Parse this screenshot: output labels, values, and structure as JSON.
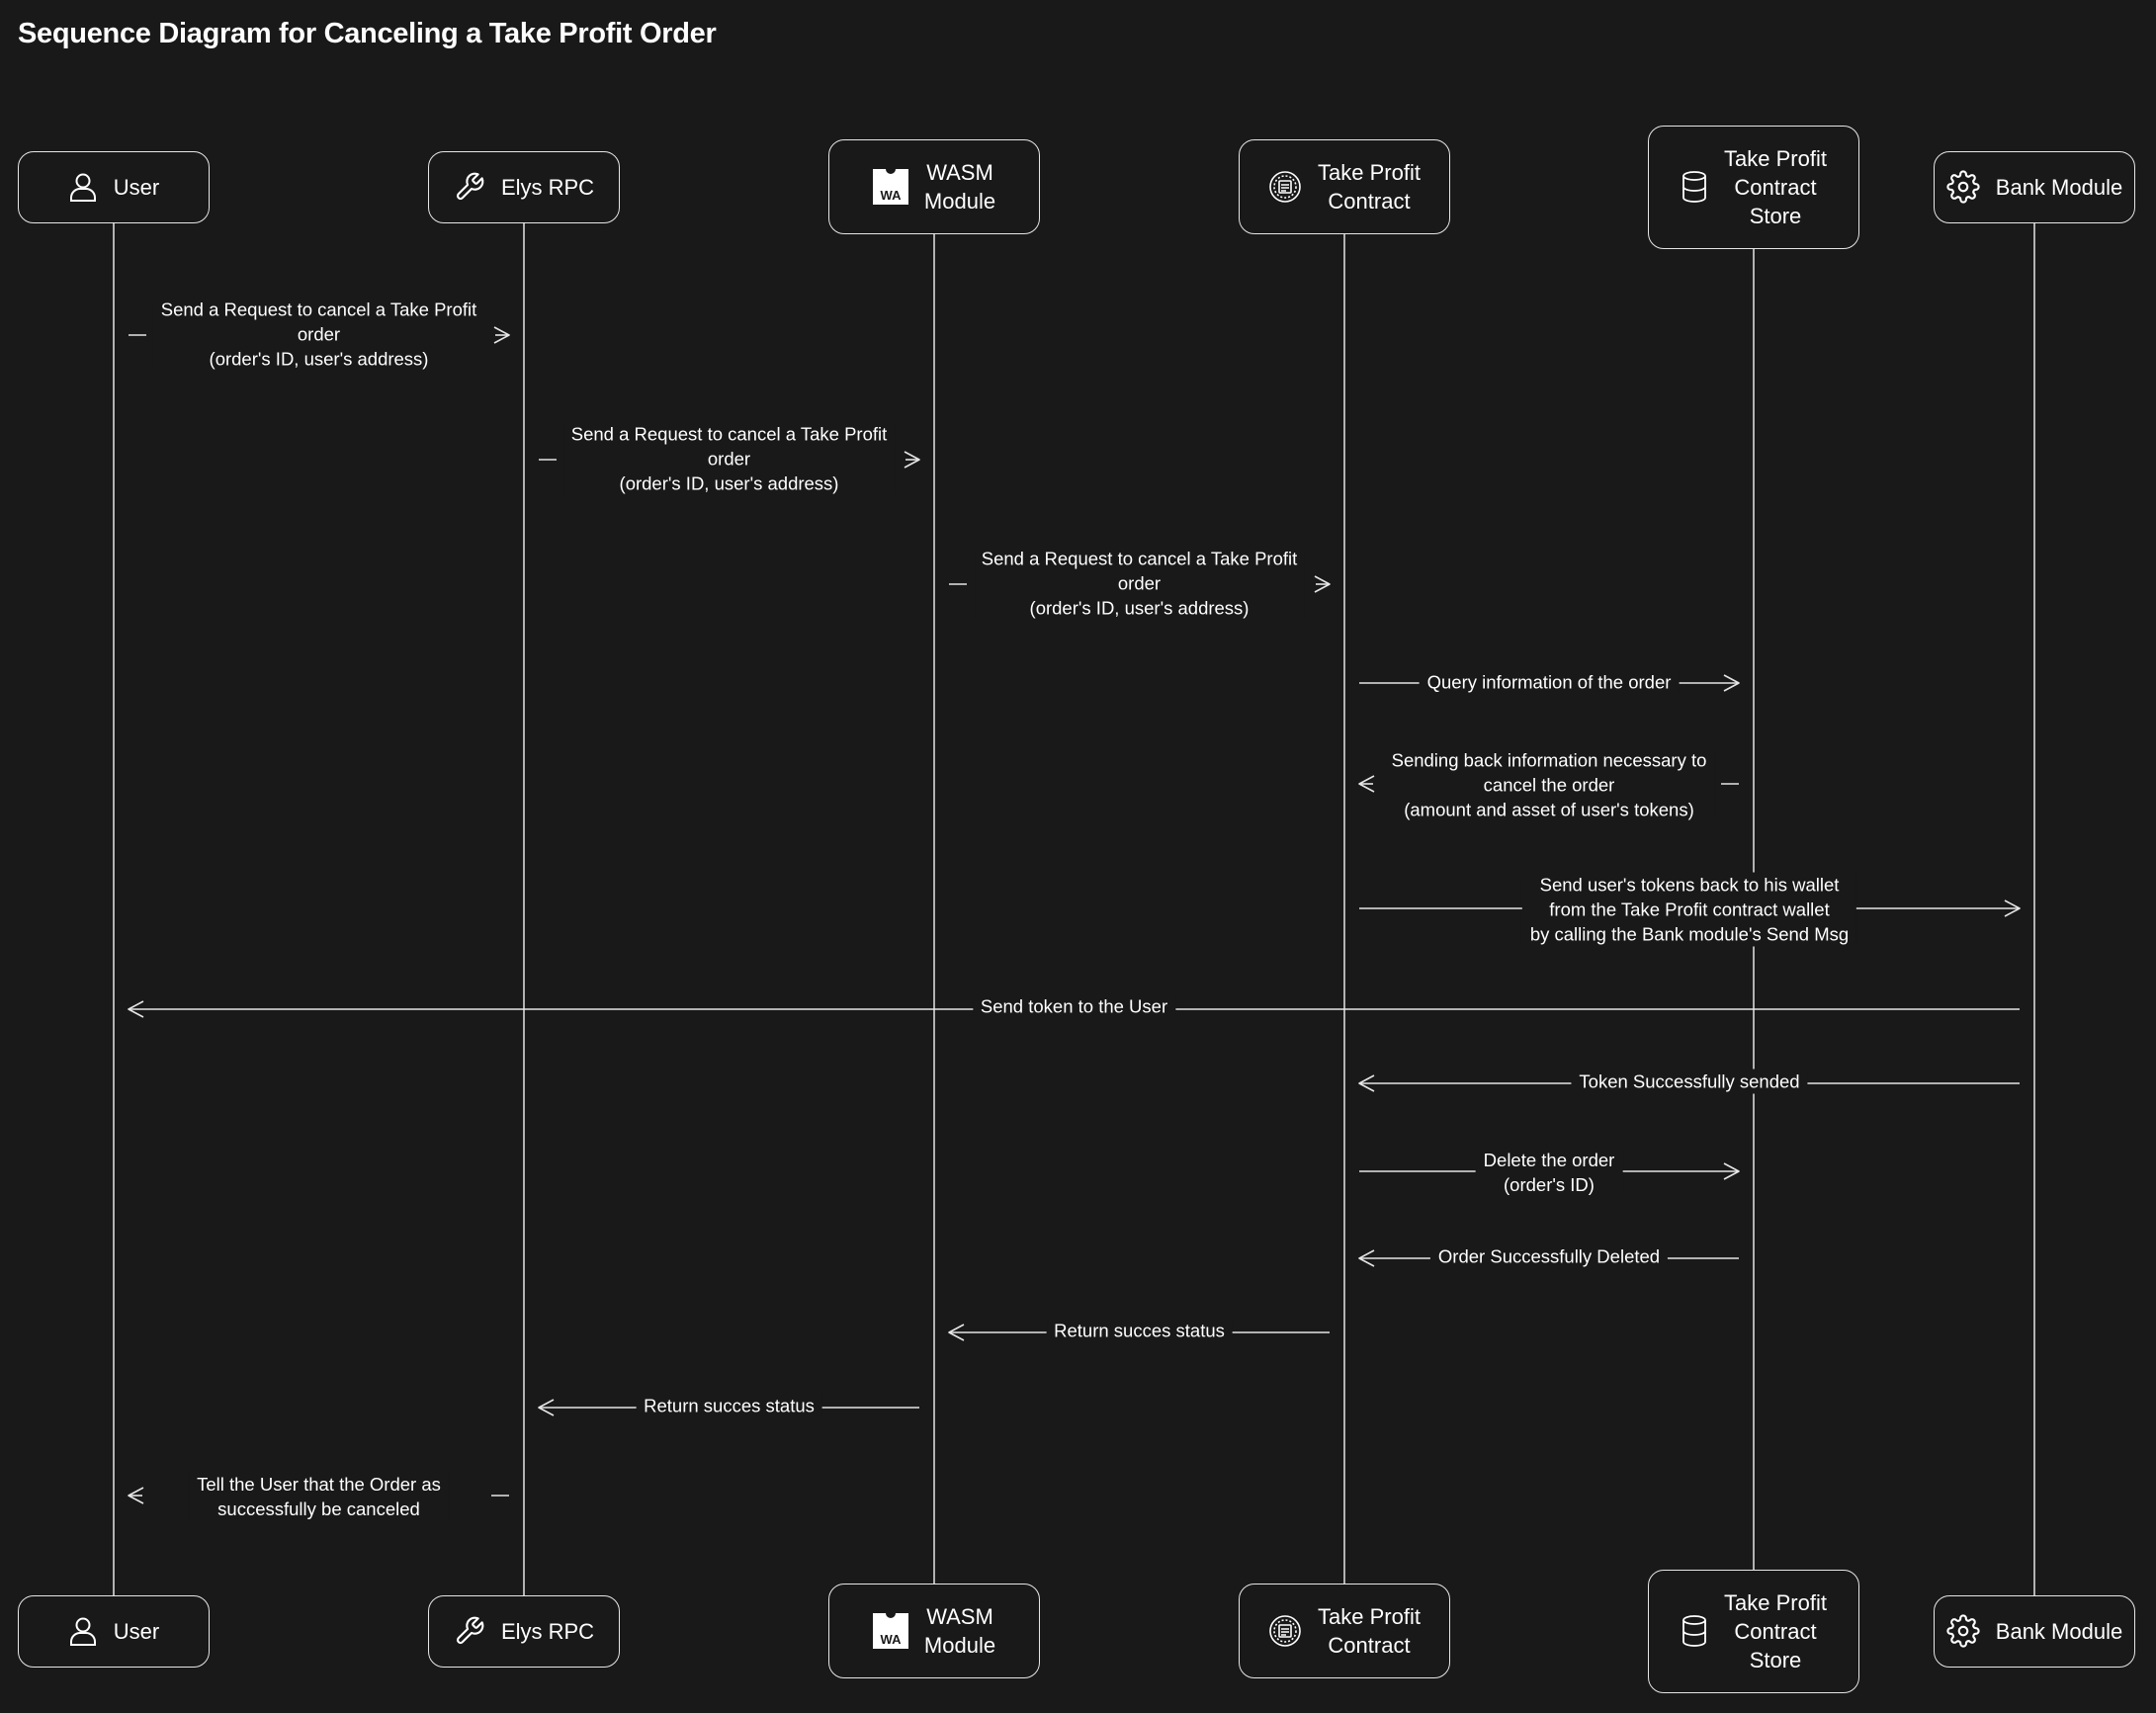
{
  "title": "Sequence Diagram for Canceling a Take Profit Order",
  "participants": [
    {
      "id": "user",
      "label": "User",
      "icon": "user-icon"
    },
    {
      "id": "elys",
      "label": "Elys RPC",
      "icon": "wrench-icon"
    },
    {
      "id": "wasm",
      "label": "WASM\nModule",
      "icon": "wasm-logo-icon"
    },
    {
      "id": "tpc",
      "label": "Take Profit\nContract",
      "icon": "contract-seal-icon"
    },
    {
      "id": "store",
      "label": "Take Profit\nContract\nStore",
      "icon": "database-icon"
    },
    {
      "id": "bank",
      "label": "Bank Module",
      "icon": "gear-icon"
    }
  ],
  "messages": [
    {
      "from": "user",
      "to": "elys",
      "label": "Send a Request to cancel a Take Profit\norder\n(order's ID, user's address)",
      "style": "async"
    },
    {
      "from": "elys",
      "to": "wasm",
      "label": "Send a Request to cancel a Take Profit\norder\n(order's ID, user's address)",
      "style": "async"
    },
    {
      "from": "wasm",
      "to": "tpc",
      "label": "Send a Request to cancel a Take Profit\norder\n(order's ID, user's address)",
      "style": "async"
    },
    {
      "from": "tpc",
      "to": "store",
      "label": "Query information of the order",
      "style": "sync"
    },
    {
      "from": "store",
      "to": "tpc",
      "label": "Sending back information necessary to\ncancel the order\n(amount and asset of user's tokens)",
      "style": "async"
    },
    {
      "from": "tpc",
      "to": "bank",
      "label": "Send user's tokens back to his wallet\nfrom the Take Profit contract wallet\nby calling the Bank module's Send Msg",
      "style": "sync"
    },
    {
      "from": "bank",
      "to": "user",
      "label": "Send token to the User",
      "style": "sync"
    },
    {
      "from": "bank",
      "to": "tpc",
      "label": "Token Successfully sended",
      "style": "sync"
    },
    {
      "from": "tpc",
      "to": "store",
      "label": "Delete the order\n(order's ID)",
      "style": "sync"
    },
    {
      "from": "store",
      "to": "tpc",
      "label": "Order Successfully Deleted",
      "style": "sync"
    },
    {
      "from": "tpc",
      "to": "wasm",
      "label": "Return succes status",
      "style": "sync"
    },
    {
      "from": "wasm",
      "to": "elys",
      "label": "Return succes status",
      "style": "sync"
    },
    {
      "from": "elys",
      "to": "user",
      "label": "Tell the User that the Order as\nsuccessfully be canceled",
      "style": "async"
    }
  ]
}
